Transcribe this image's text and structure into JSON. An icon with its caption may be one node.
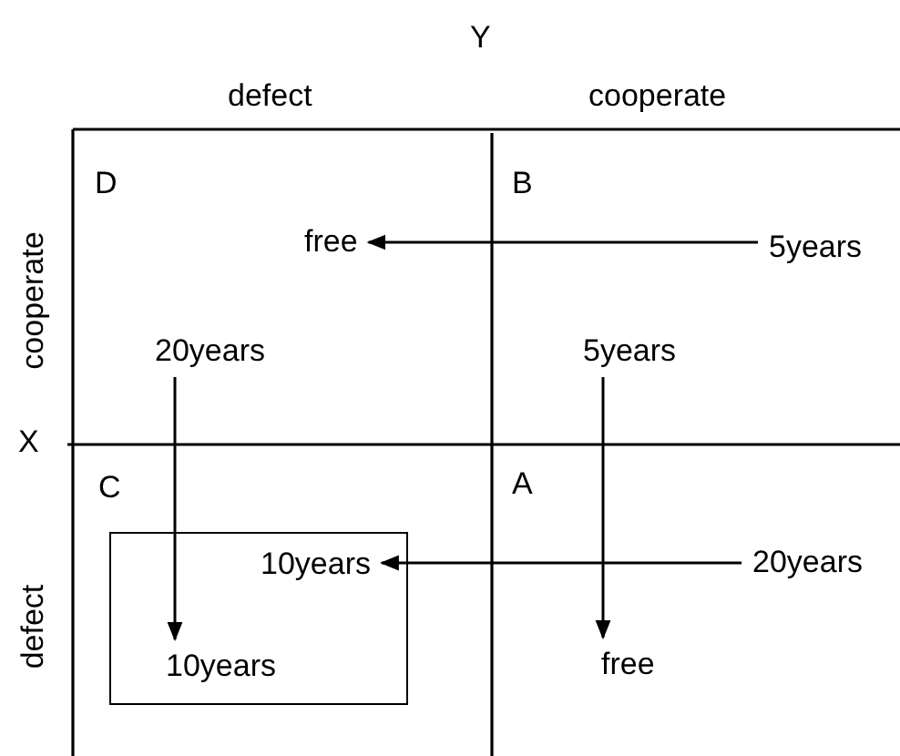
{
  "diagram": {
    "nodes": [
      {
        "text": [
          "free"
        ]
      },
      {
        "text": [
          "5years"
        ]
      },
      {
        "text": [
          "20years"
        ]
      },
      {
        "text": [
          "5years"
        ]
      },
      {
        "text": [],
        "shape": "box"
      },
      {
        "text": [
          "10years"
        ],
        "in": 4
      },
      {
        "text": [
          "20years"
        ]
      },
      {
        "text": [
          "10years"
        ],
        "in": 4
      },
      {
        "text": [
          "free"
        ]
      }
    ],
    "edges": [
      {
        "from": 1,
        "to": 0,
        "arrow": "to"
      },
      {
        "from": 2,
        "to": 7,
        "arrow": "to"
      },
      {
        "from": 3,
        "to": 8,
        "arrow": "to"
      },
      {
        "from": 6,
        "to": 5,
        "arrow": "to"
      }
    ],
    "labels": [
      "Y",
      "defect",
      "cooperate",
      "D",
      "B",
      "cooperate",
      "X",
      "C",
      "A",
      "defect"
    ]
  }
}
